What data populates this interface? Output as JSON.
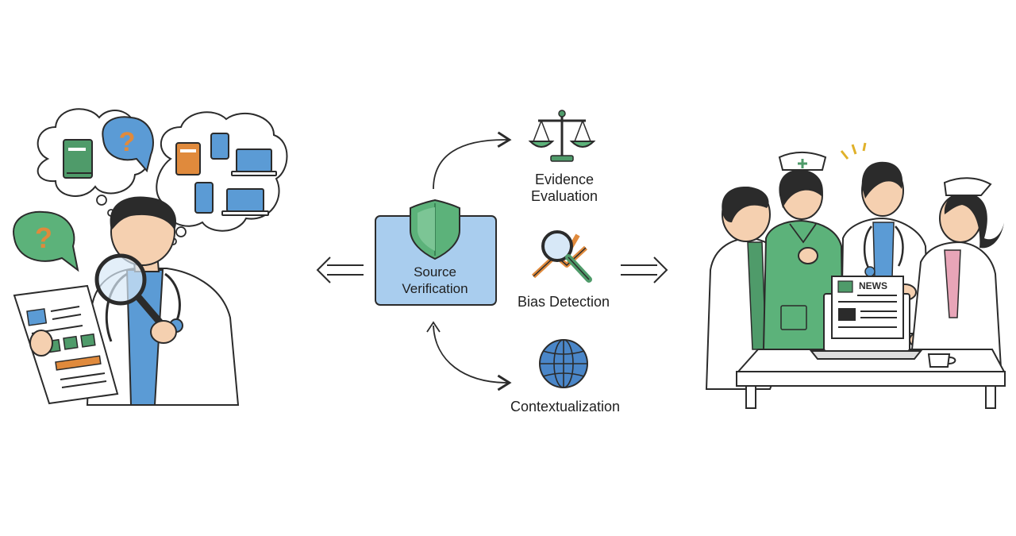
{
  "diagram": {
    "center_node": {
      "label_line1": "Source",
      "label_line2": "Verification",
      "icon": "shield-icon"
    },
    "steps": [
      {
        "line1": "Evidence",
        "line2": "Evaluation",
        "icon": "scales-icon"
      },
      {
        "line1": "Bias Detection",
        "icon": "magnifier-chart-icon"
      },
      {
        "line1": "Contextualization",
        "icon": "globe-icon"
      }
    ],
    "left_scene": {
      "thought_icons": [
        "question-mark-icon",
        "book-icon",
        "tablet-icon",
        "phone-icon",
        "laptop-icon"
      ]
    },
    "right_scene": {
      "laptop_screen_text": "NEWS"
    }
  },
  "colors": {
    "shield_green": "#5cb27a",
    "box_blue": "#a9cdee",
    "outline": "#2b2b2b",
    "accent_orange": "#e08a3c",
    "accent_blue": "#4a86c8",
    "accent_green": "#4f9b6a"
  }
}
